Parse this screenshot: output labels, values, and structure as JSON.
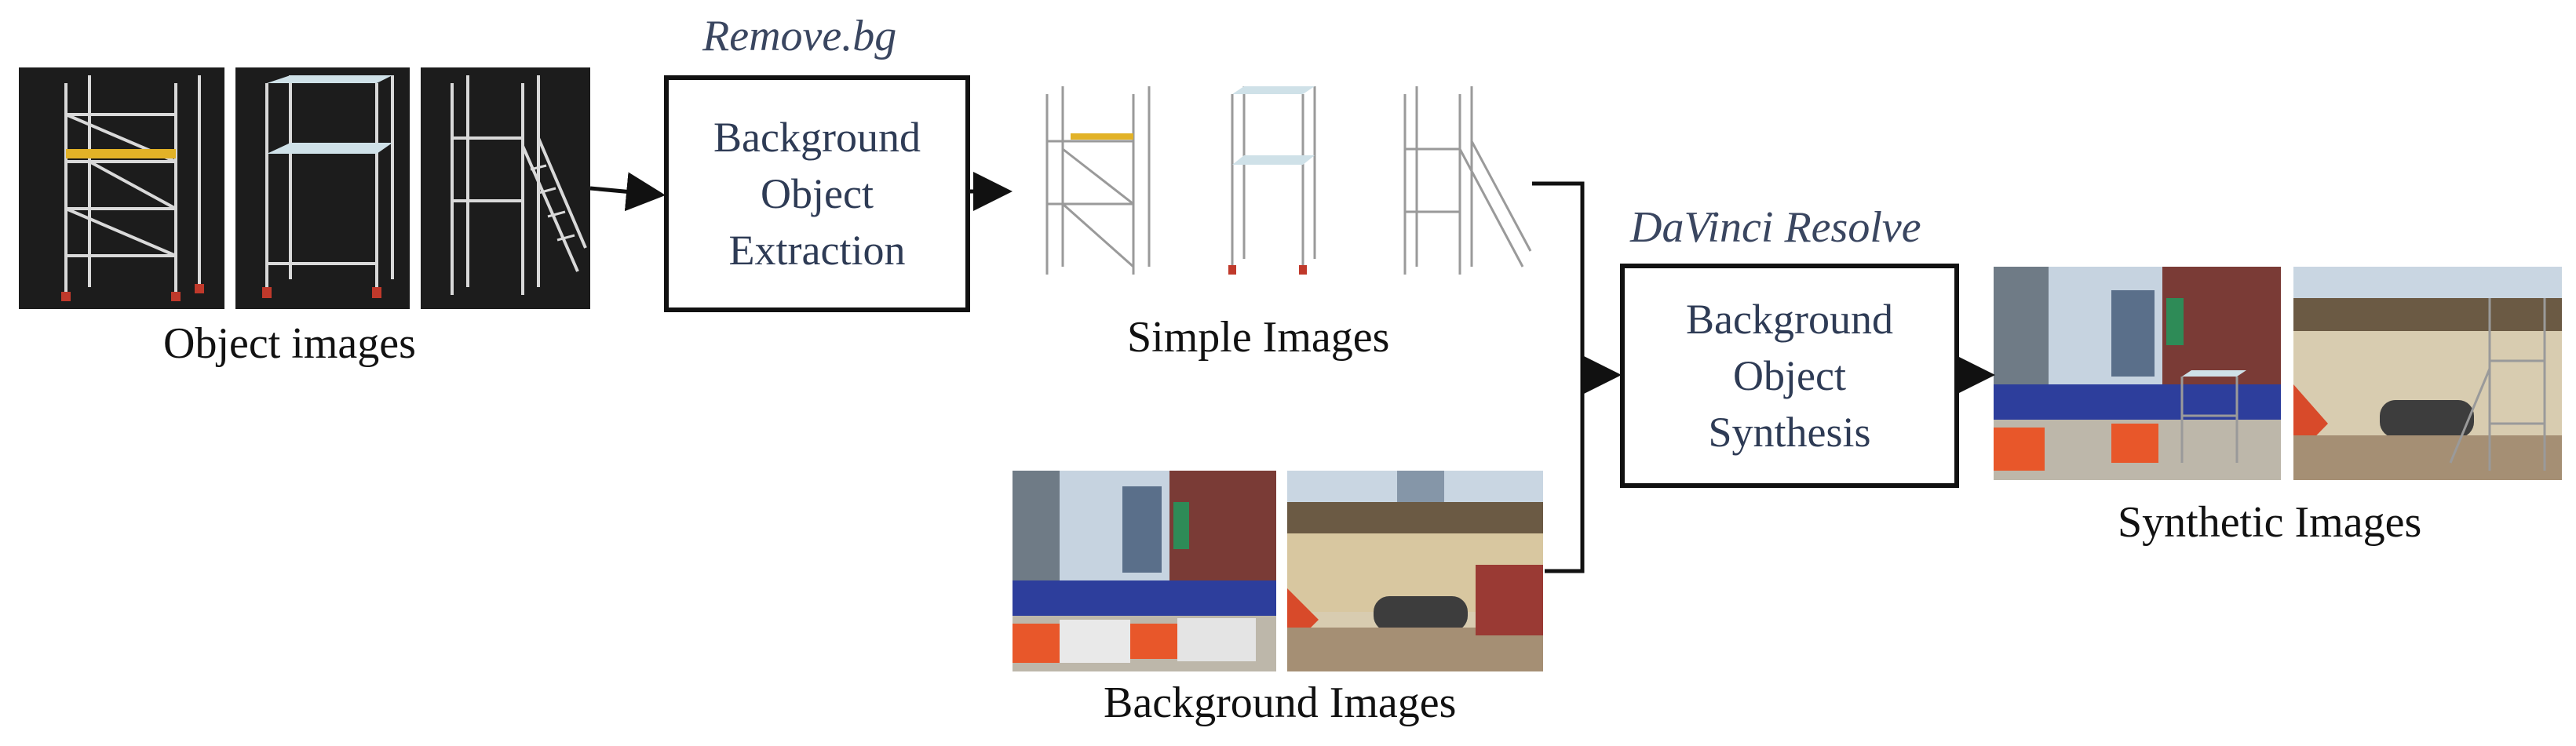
{
  "colors": {
    "box_border": "#111111",
    "box_text": "#2e3b55",
    "tool_text": "#3a4660",
    "arrow": "#111111",
    "object_bg": "#1c1c1c"
  },
  "labels": {
    "object_images": "Object images",
    "simple_images": "Simple Images",
    "background_images": "Background Images",
    "synthetic_images": "Synthetic Images"
  },
  "tools": {
    "removebg": "Remove.bg",
    "davinci": "DaVinci Resolve"
  },
  "boxes": {
    "extraction": [
      "Background",
      "Object",
      "Extraction"
    ],
    "synthesis": [
      "Background",
      "Object",
      "Synthesis"
    ]
  },
  "icons": {
    "scaffold": "scaffold-tower-icon",
    "construction": "construction-site-photo"
  }
}
